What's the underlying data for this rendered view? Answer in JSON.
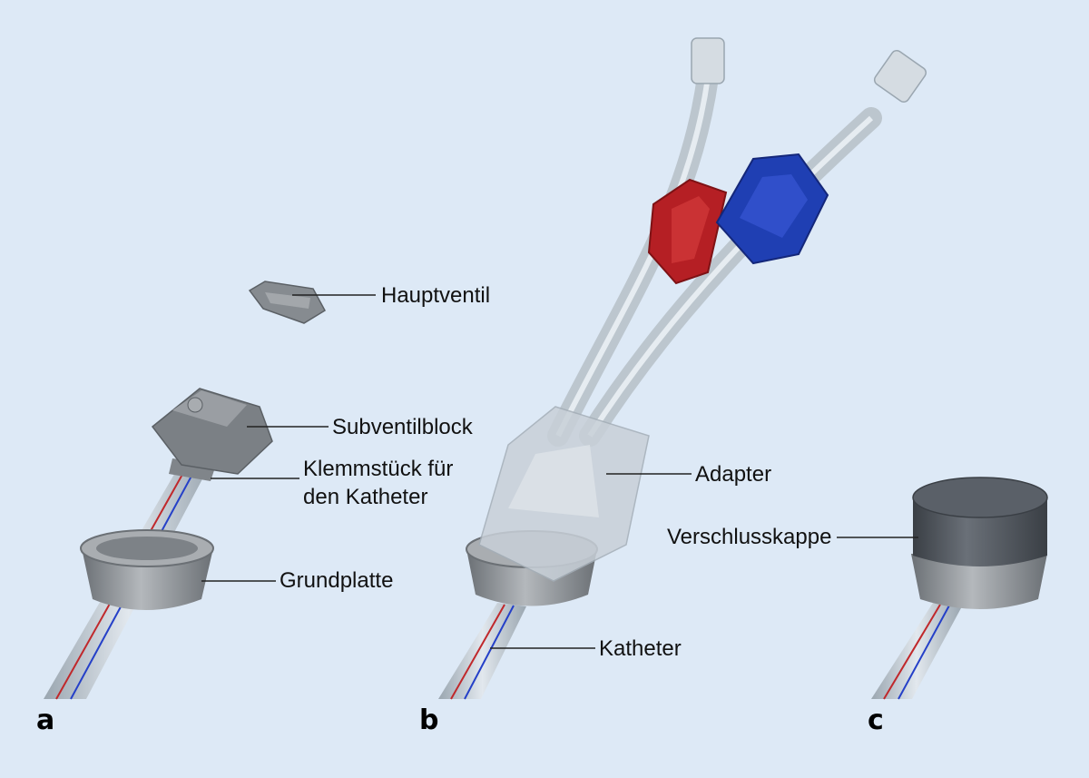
{
  "labels": {
    "hauptventil": "Hauptventil",
    "subventilblock": "Subventilblock",
    "klemmstueck_line1": "Klemmstück für",
    "klemmstueck_line2": "den Katheter",
    "grundplatte": "Grundplatte",
    "adapter": "Adapter",
    "katheter": "Katheter",
    "verschlusskappe": "Verschlusskappe"
  },
  "panels": {
    "a": "a",
    "b": "b",
    "c": "c"
  },
  "colors": {
    "background": "#dde9f6",
    "metal": "#8e9398",
    "metal_dark": "#5f6468",
    "tube": "#b9c3cc",
    "clamp_red": "#b51f24",
    "clamp_blue": "#1f3fb3",
    "cap": "#4a5057",
    "stripe_red": "#c0282b",
    "stripe_blue": "#2540c8"
  }
}
